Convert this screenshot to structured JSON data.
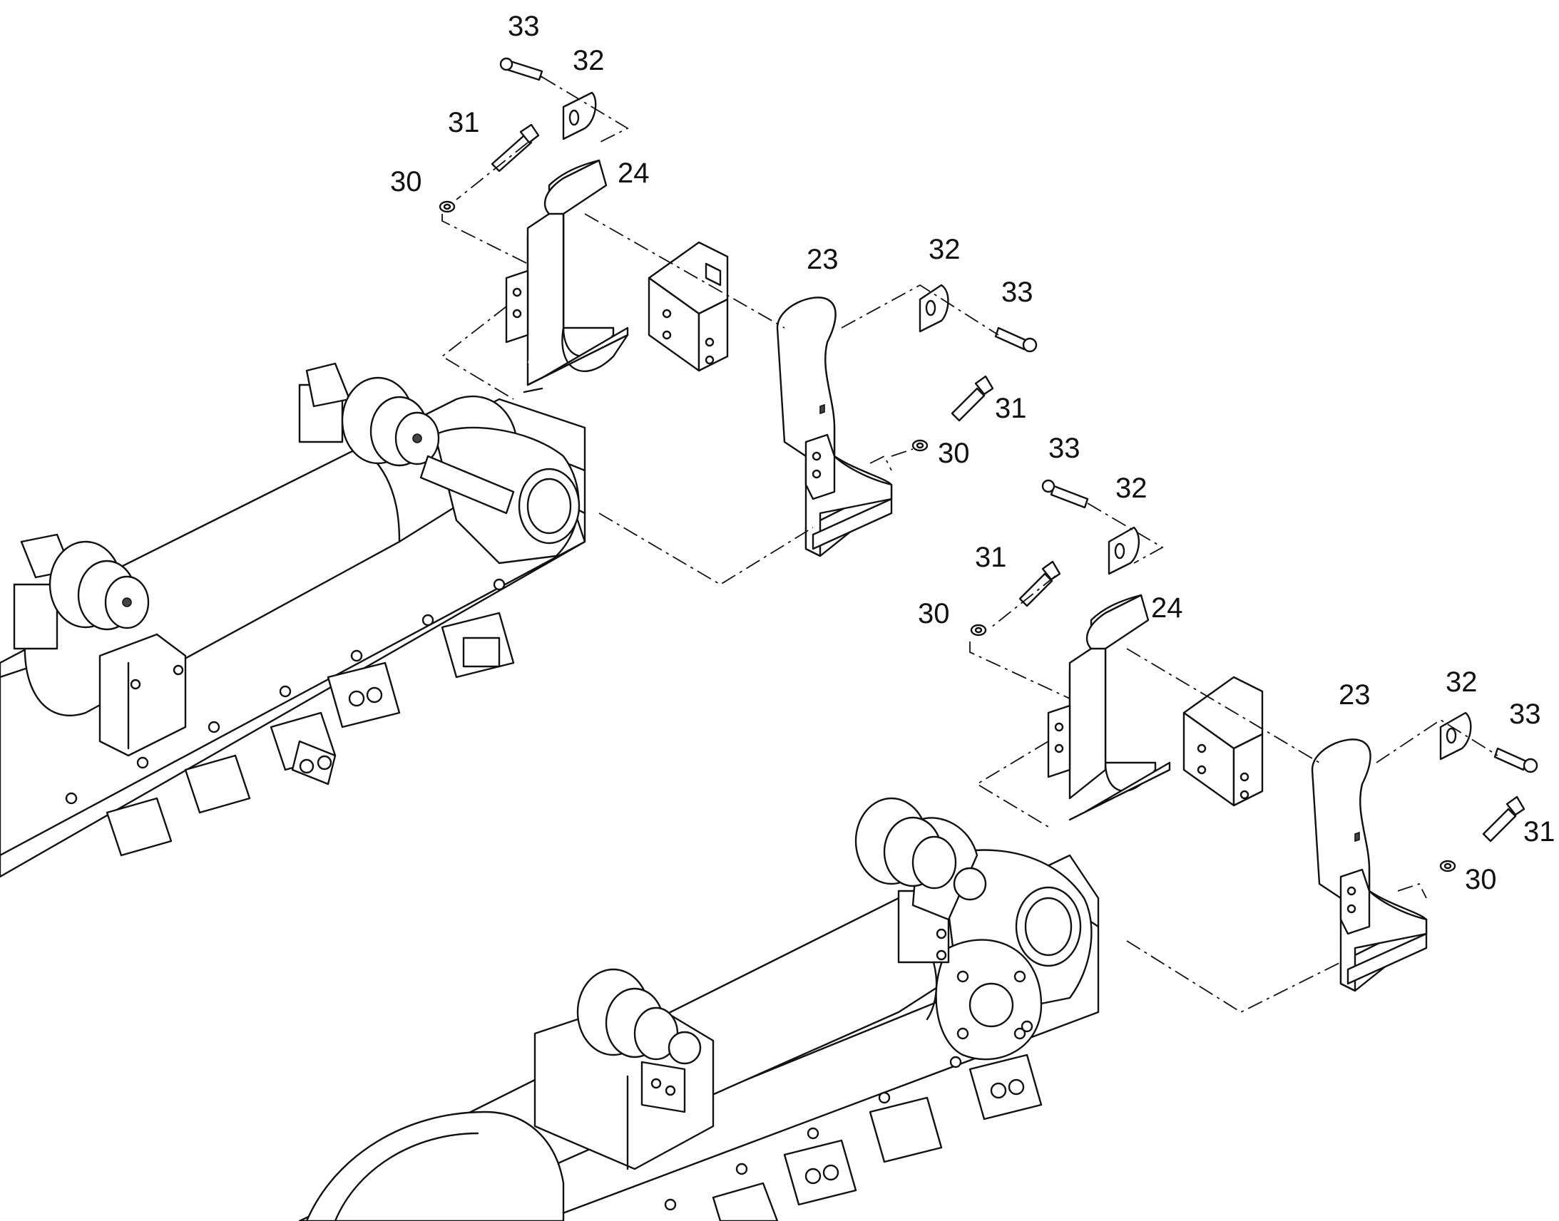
{
  "diagram": {
    "labels": [
      {
        "id": "l1",
        "text": "33"
      },
      {
        "id": "l2",
        "text": "32"
      },
      {
        "id": "l3",
        "text": "31"
      },
      {
        "id": "l4",
        "text": "30"
      },
      {
        "id": "l5",
        "text": "24"
      },
      {
        "id": "l6",
        "text": "23"
      },
      {
        "id": "l7",
        "text": "32"
      },
      {
        "id": "l8",
        "text": "33"
      },
      {
        "id": "l9",
        "text": "31"
      },
      {
        "id": "l10",
        "text": "30"
      },
      {
        "id": "l11",
        "text": "33"
      },
      {
        "id": "l12",
        "text": "32"
      },
      {
        "id": "l13",
        "text": "31"
      },
      {
        "id": "l14",
        "text": "30"
      },
      {
        "id": "l15",
        "text": "24"
      },
      {
        "id": "l16",
        "text": "23"
      },
      {
        "id": "l17",
        "text": "32"
      },
      {
        "id": "l18",
        "text": "33"
      },
      {
        "id": "l19",
        "text": "31"
      },
      {
        "id": "l20",
        "text": "30"
      }
    ]
  }
}
